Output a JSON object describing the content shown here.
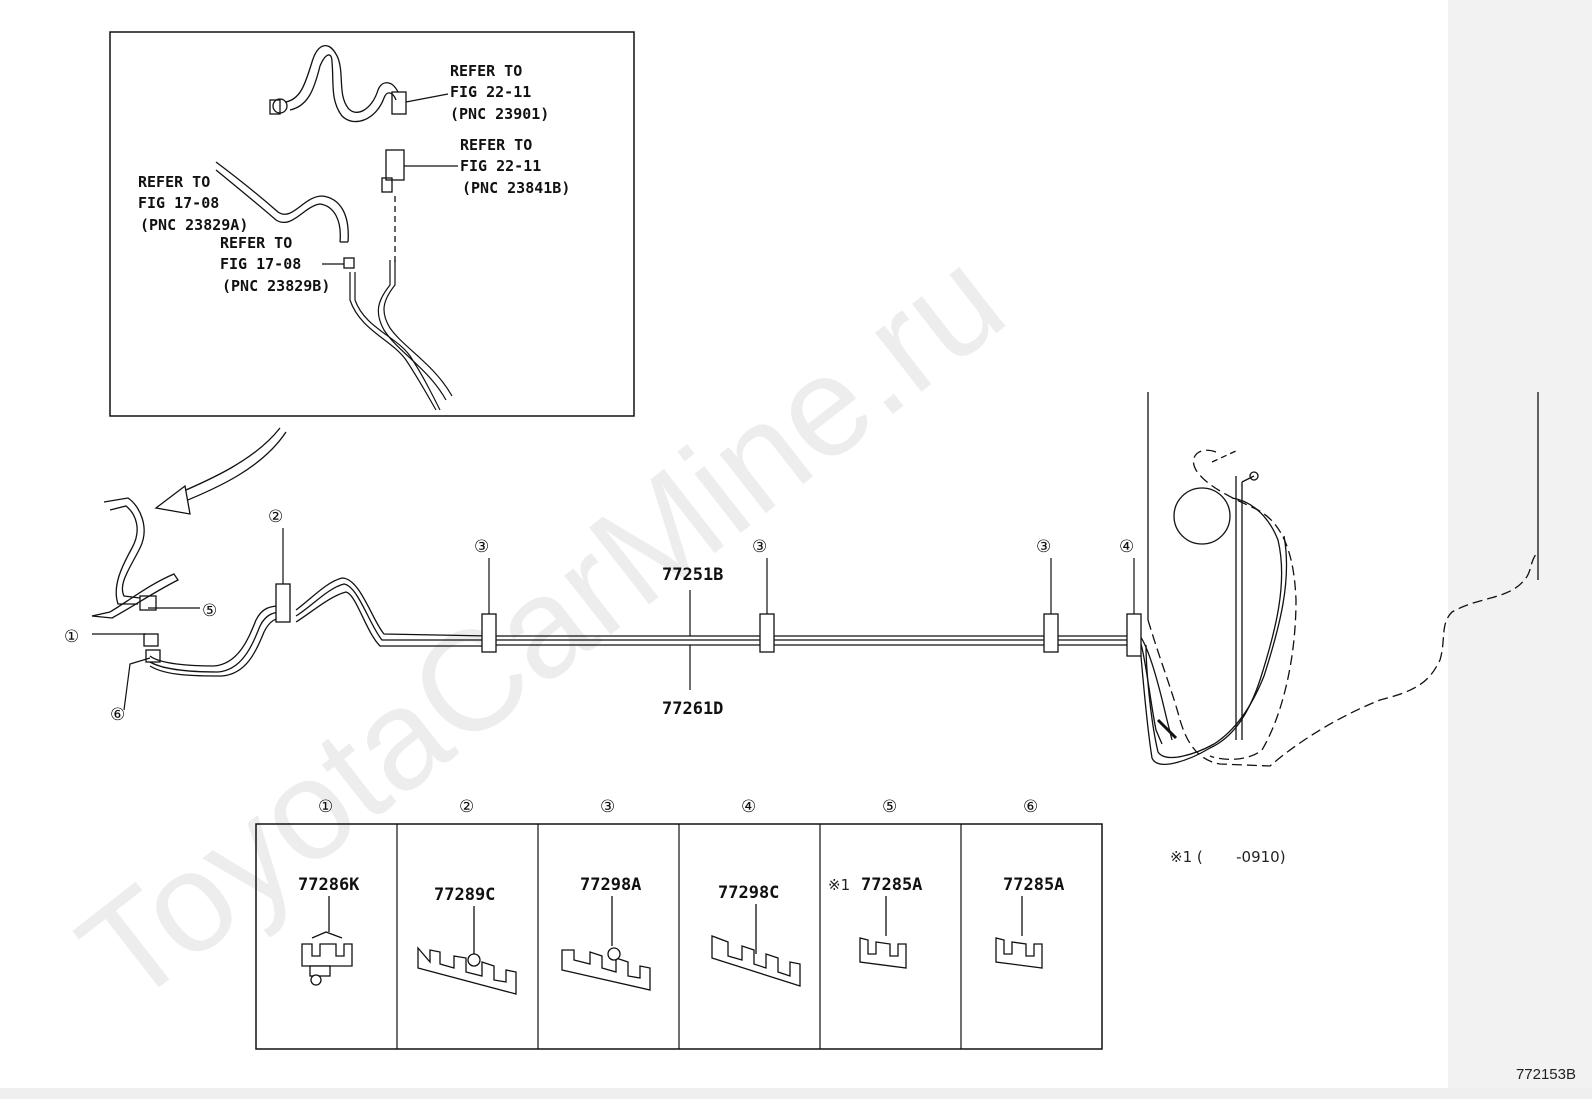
{
  "watermark": "ToyotaCarMine.ru",
  "figure_code": "772153B",
  "inset": {
    "references": [
      {
        "line1": "REFER TO",
        "line2": "FIG 22-11",
        "line3": "(PNC 23901)"
      },
      {
        "line1": "REFER TO",
        "line2": "FIG 22-11",
        "line3": "(PNC 23841B)"
      },
      {
        "line1": "REFER TO",
        "line2": "FIG 17-08",
        "line3": "(PNC 23829A)"
      },
      {
        "line1": "REFER TO",
        "line2": "FIG 17-08",
        "line3": "(PNC 23829B)"
      }
    ]
  },
  "main": {
    "part_upper": "77251B",
    "part_lower": "77261D",
    "callouts": [
      "①",
      "②",
      "③",
      "③",
      "③",
      "④",
      "⑤",
      "⑥"
    ]
  },
  "parts_table": {
    "headers": [
      "①",
      "②",
      "③",
      "④",
      "⑤",
      "⑥"
    ],
    "cells": [
      {
        "part": "77286K",
        "mark": ""
      },
      {
        "part": "77289C",
        "mark": ""
      },
      {
        "part": "77298A",
        "mark": ""
      },
      {
        "part": "77298C",
        "mark": ""
      },
      {
        "part": "77285A",
        "mark": "※1"
      },
      {
        "part": "77285A",
        "mark": ""
      }
    ]
  },
  "footnote": "※1 (       -0910)"
}
